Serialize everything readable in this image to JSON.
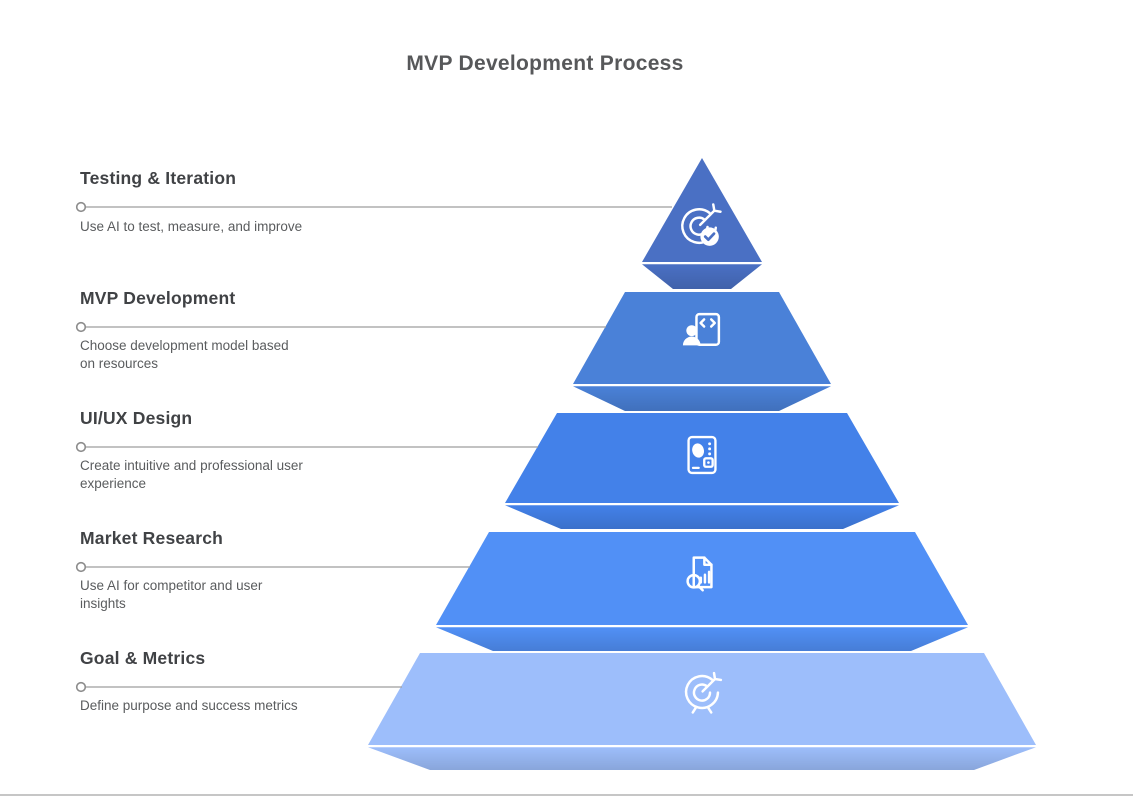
{
  "title": "MVP Development Process",
  "colors": {
    "title_text": "#57585a",
    "heading_text": "#404245",
    "description_text": "#5a5c5e",
    "connector_line": "#9e9e9e",
    "background": "#ffffff"
  },
  "levels": [
    {
      "name": "testing-iteration",
      "heading": "Testing & Iteration",
      "description": "Use AI to test, measure, and improve",
      "color": "#4a70c4",
      "icon": "target-check-icon"
    },
    {
      "name": "mvp-development",
      "heading": "MVP Development",
      "description": "Choose development model based\non resources",
      "color": "#4a81d8",
      "icon": "developer-code-icon"
    },
    {
      "name": "ui-ux-design",
      "heading": "UI/UX Design",
      "description": "Create intuitive and professional user\nexperience",
      "color": "#4381e9",
      "icon": "mobile-design-icon"
    },
    {
      "name": "market-research",
      "heading": "Market Research",
      "description": "Use AI for competitor and user\ninsights",
      "color": "#5190f6",
      "icon": "document-search-icon"
    },
    {
      "name": "goal-metrics",
      "heading": "Goal & Metrics",
      "description": "Define purpose and success metrics",
      "color": "#9dbefb",
      "icon": "target-arrow-icon"
    }
  ]
}
